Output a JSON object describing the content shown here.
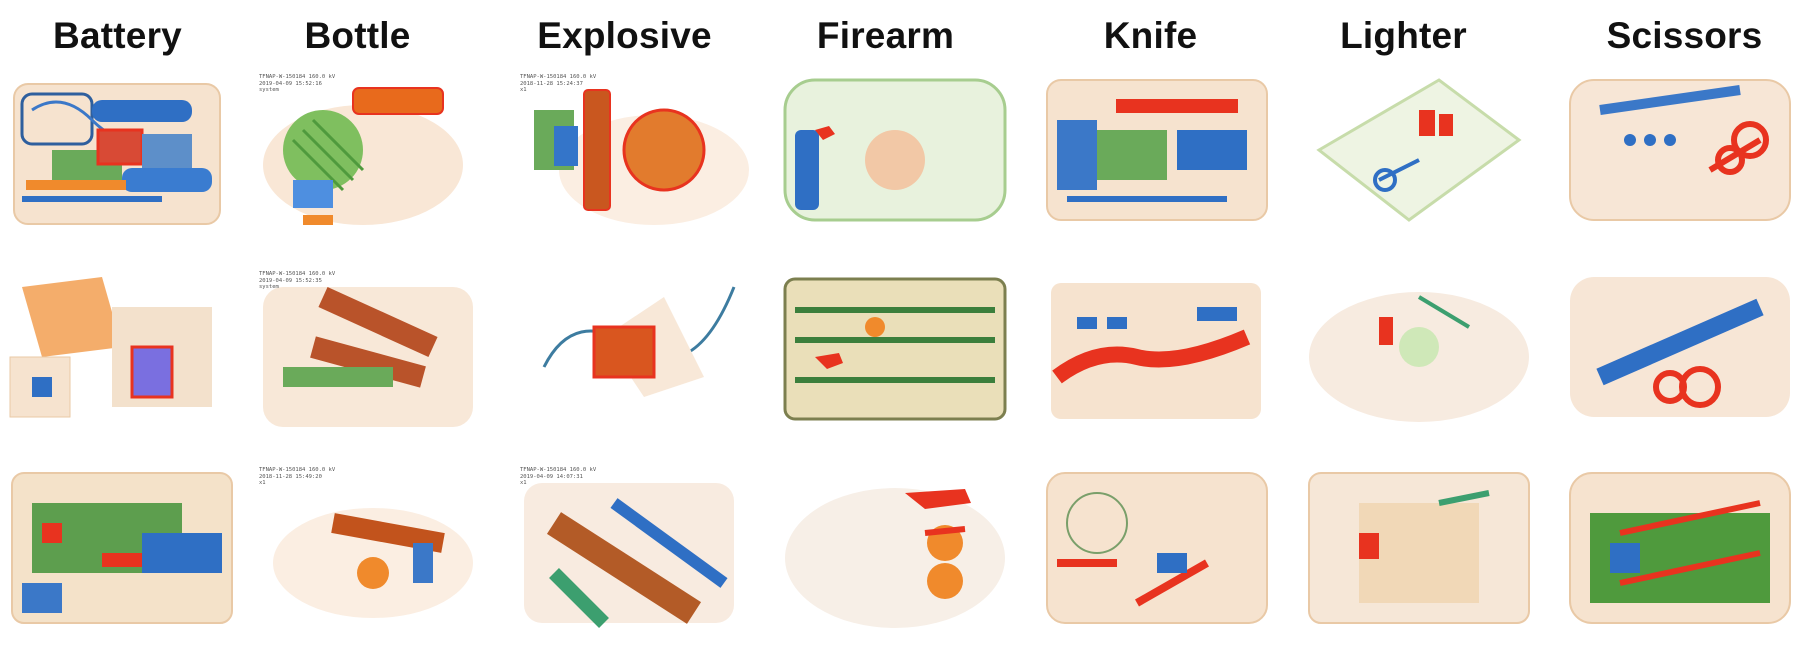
{
  "columns": [
    {
      "label": "Battery"
    },
    {
      "label": "Bottle"
    },
    {
      "label": "Explosive"
    },
    {
      "label": "Firearm"
    },
    {
      "label": "Knife"
    },
    {
      "label": "Lighter"
    },
    {
      "label": "Scissors"
    }
  ],
  "scan_captions": {
    "bottle_r1": {
      "line1": "TFNAP-W-150184   160.0 kV",
      "line2": "2019-04-09 15:52:16",
      "line3": "system"
    },
    "bottle_r2": {
      "line1": "TFNAP-W-150184   160.0 kV",
      "line2": "2019-04-09 15:52:35",
      "line3": "system"
    },
    "bottle_r3": {
      "line1": "TFNAP-W-150184   160.0 kV",
      "line2": "2018-11-28 15:49:20",
      "line3": "x1"
    },
    "explosive_r1": {
      "line1": "TFNAP-W-150184   160.0 kV",
      "line2": "2018-11-28 15:24:37",
      "line3": "x1"
    },
    "explosive_r3": {
      "line1": "TFNAP-W-150184   160.0 kV",
      "line2": "2019-04-09 14:07:31",
      "line3": "x1"
    }
  },
  "colors": {
    "highlight": "#e8331f",
    "organic": "#f08a2c",
    "metal": "#2f6fc4",
    "mixed": "#5aa84a",
    "shadow": "#f3d9c2"
  }
}
